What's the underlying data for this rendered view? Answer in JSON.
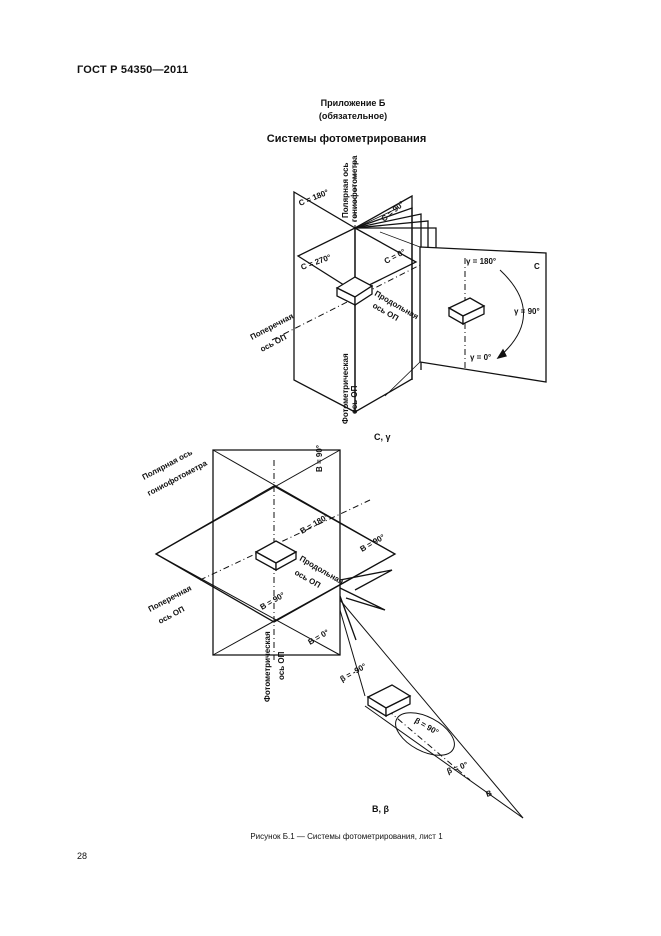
{
  "header": {
    "doc_code": "ГОСТ Р 54350—2011"
  },
  "appendix": {
    "line1": "Приложение Б",
    "line2": "(обязательное)"
  },
  "section_title": "Системы фотометрирования",
  "figure1": {
    "label_c180": "C = 180°",
    "label_c90": "C = 90°",
    "label_c270": "C = 270°",
    "label_c0": "C = 0°",
    "label_polar_axis_1": "Полярная ось",
    "label_polar_axis_2": "гониофотометра",
    "label_long_axis_1": "Продольная",
    "label_long_axis_2": "ось ОП",
    "label_trans_axis_1": "Поперечная",
    "label_trans_axis_2": "ось ОП",
    "label_photo_axis_1": "Фотометрическая",
    "label_photo_axis_2": "ось ОП",
    "label_gamma180": "γ = 180°",
    "label_gamma90": "γ = 90°",
    "label_gamma0": "γ = 0°",
    "label_c_plane": "C",
    "label_system": "C, γ"
  },
  "figure2": {
    "label_b90_top": "B = 90°",
    "label_b180": "B = 180°",
    "label_b90_right": "B = 90°",
    "label_b90_mid": "B = 90°",
    "label_b0": "B = 0°",
    "label_beta_neg90": "β = -90°",
    "label_beta_90": "β = 90°",
    "label_beta_0": "β = 0°",
    "label_b_plane": "B",
    "label_polar_axis_1": "Полярная ось",
    "label_polar_axis_2": "гониофотометра",
    "label_long_axis_1": "Продольная",
    "label_long_axis_2": "ось ОП",
    "label_trans_axis_1": "Поперечная",
    "label_trans_axis_2": "ось ОП",
    "label_photo_axis_1": "Фотометрическая",
    "label_photo_axis_2": "ось ОП",
    "label_system": "B, β"
  },
  "caption": "Рисунок Б.1 — Системы фотометрирования, лист 1",
  "page_number": "28"
}
